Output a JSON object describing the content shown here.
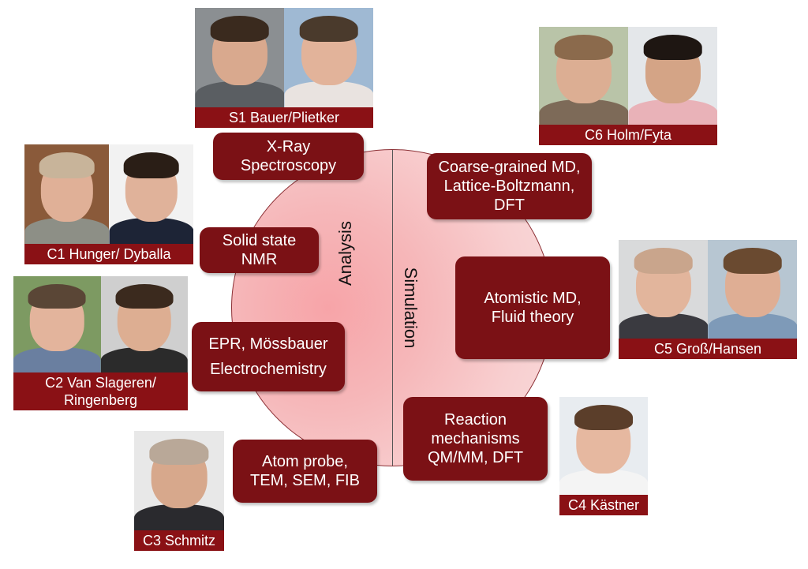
{
  "circle": {
    "left_label": "Analysis",
    "right_label": "Simulation"
  },
  "boxes": {
    "xray": [
      "X-Ray",
      "Spectroscopy"
    ],
    "nmr": [
      "Solid state",
      "NMR"
    ],
    "epr": [
      "EPR, Mössbauer",
      "Electrochemistry"
    ],
    "atomprobe": [
      "Atom probe,",
      "TEM, SEM, FIB"
    ],
    "coarse": [
      "Coarse-grained MD,",
      "Lattice-Boltzmann,",
      "DFT"
    ],
    "atomistic": [
      "Atomistic MD,",
      "Fluid theory"
    ],
    "reaction": [
      "Reaction",
      "mechanisms",
      "QM/MM, DFT"
    ]
  },
  "people": {
    "s1": [
      "S1 Bauer/Plietker"
    ],
    "c6": [
      "C6 Holm/Fyta"
    ],
    "c1": [
      "C1 Hunger/ Dyballa"
    ],
    "c2": [
      "C2 Van Slageren/",
      "Ringenberg"
    ],
    "c5": [
      "C5 Groß/Hansen"
    ],
    "c4": [
      "C4 Kästner"
    ],
    "c3": [
      "C3 Schmitz"
    ]
  },
  "colors": {
    "box": "#7b1115",
    "namebar": "#8a1115",
    "circle": "#f7a4a8"
  }
}
